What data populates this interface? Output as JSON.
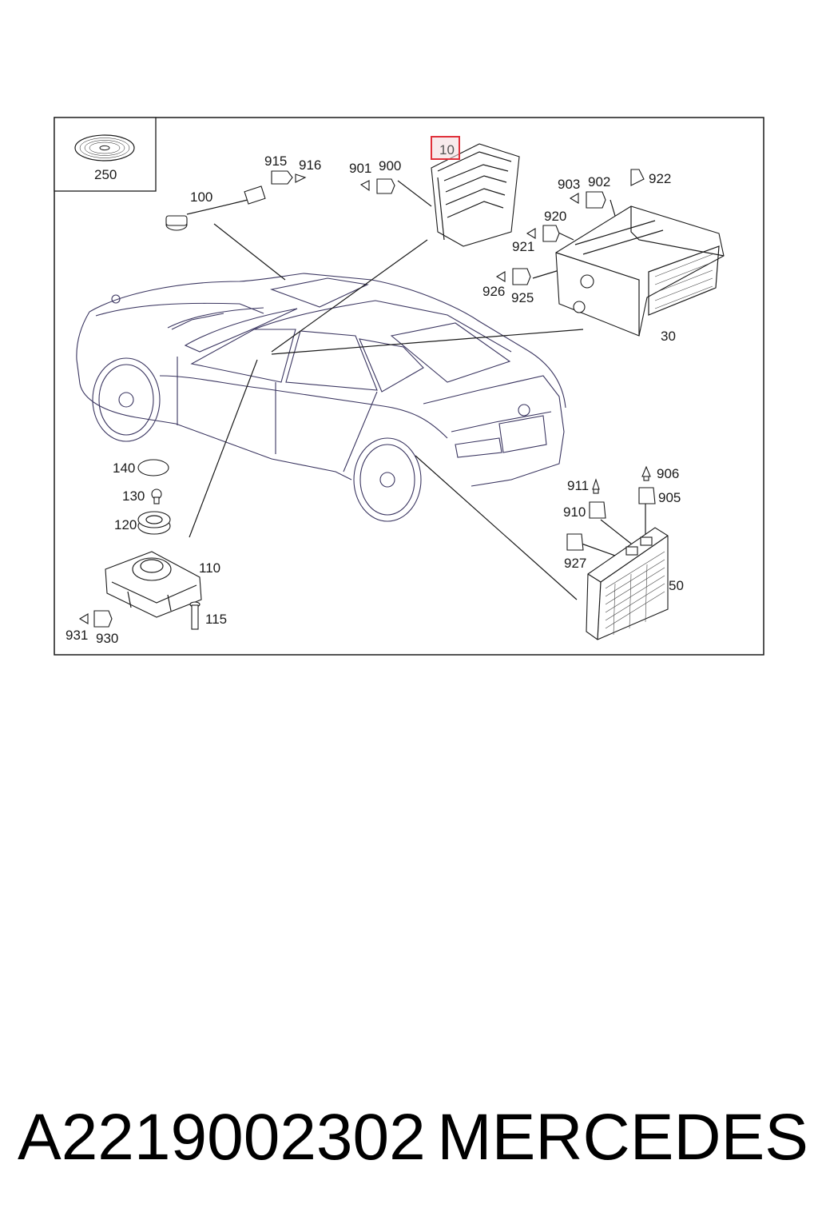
{
  "diagram": {
    "highlight_color": "#e0303a",
    "labels": {
      "p250": "250",
      "p100": "100",
      "p915": "915",
      "p916": "916",
      "p901": "901",
      "p900": "900",
      "p10": "10",
      "p903": "903",
      "p902": "902",
      "p922": "922",
      "p920": "920",
      "p921": "921",
      "p926": "926",
      "p925": "925",
      "p30": "30",
      "p140": "140",
      "p130": "130",
      "p120": "120",
      "p110": "110",
      "p115": "115",
      "p931": "931",
      "p930": "930",
      "p911": "911",
      "p906": "906",
      "p910": "910",
      "p905": "905",
      "p927": "927",
      "p50": "50"
    },
    "highlighted_part": "10"
  },
  "caption": {
    "part_number": "A2219002302",
    "brand": "MERCEDES"
  }
}
